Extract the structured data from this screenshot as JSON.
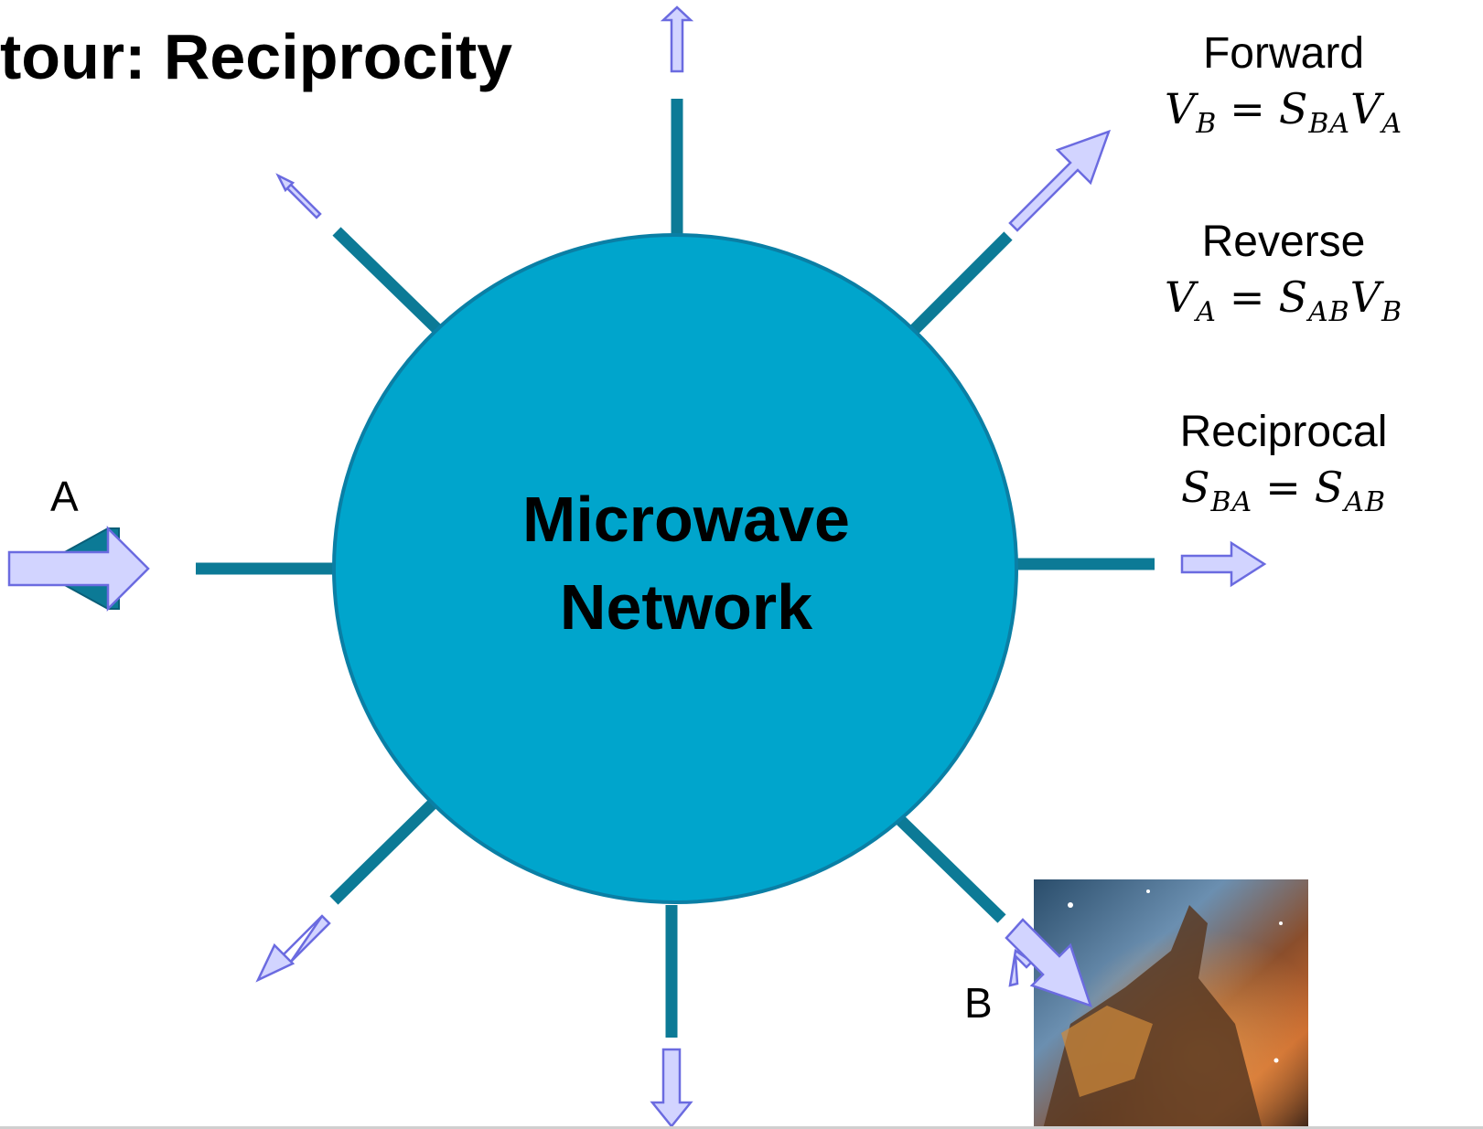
{
  "slide": {
    "title": "tour: Reciprocity",
    "network_label_line1": "Microwave",
    "network_label_line2": "Network"
  },
  "ports": {
    "a_label": "A",
    "b_label": "B"
  },
  "equations": {
    "forward_label": "Forward",
    "forward_lhs": "V",
    "forward_lhs_sub": "B",
    "forward_rhs_s": "S",
    "forward_rhs_s_sub": "BA",
    "forward_rhs_v": "V",
    "forward_rhs_v_sub": "A",
    "reverse_label": "Reverse",
    "reverse_lhs": "V",
    "reverse_lhs_sub": "A",
    "reverse_rhs_s": "S",
    "reverse_rhs_s_sub": "AB",
    "reverse_rhs_v": "V",
    "reverse_rhs_v_sub": "B",
    "reciprocal_label": "Reciprocal",
    "recip_lhs": "S",
    "recip_lhs_sub": "BA",
    "recip_rhs": "S",
    "recip_rhs_sub": "AB",
    "equals": "="
  },
  "colors": {
    "network_fill": "#00A5CC",
    "network_stroke": "#0A7FA5",
    "line": "#0C7A96",
    "arrow_fill": "#D2D4FF",
    "arrow_stroke": "#6B6BE0"
  }
}
